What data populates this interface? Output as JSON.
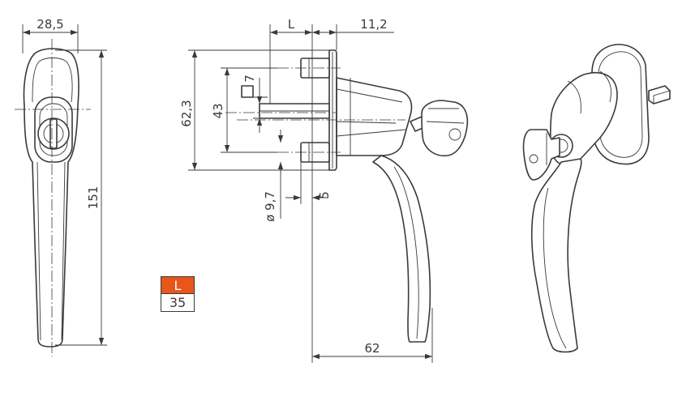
{
  "dimensions": {
    "front_width": "28,5",
    "total_height": "151",
    "spindle_length": "L",
    "base_depth": "11,2",
    "base_height": "62,3",
    "screw_spacing": "43",
    "spindle_square": "7",
    "screw_diameter": "9,7",
    "spindle_offset": "5",
    "handle_reach": "62"
  },
  "legend": {
    "label": "L",
    "value": "35",
    "label_color": "#e8561c"
  },
  "colors": {
    "line": "#3a3a3a",
    "background": "#ffffff"
  }
}
